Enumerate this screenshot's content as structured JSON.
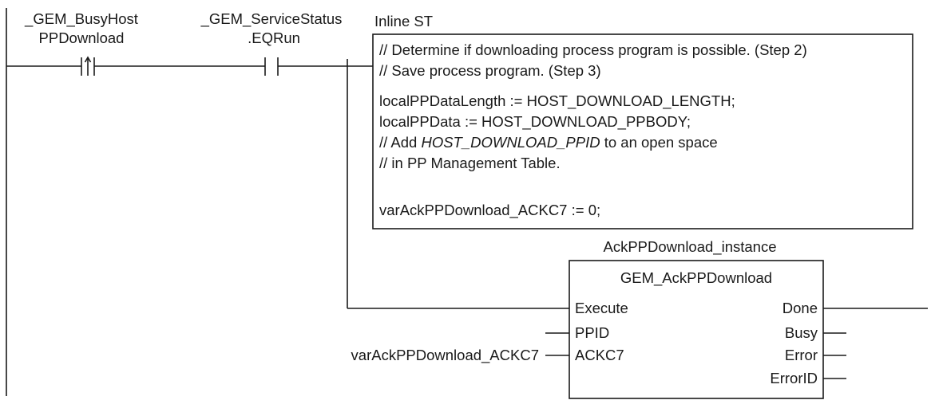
{
  "contacts": {
    "busy_host_line1": "_GEM_BusyHost",
    "busy_host_line2": "PPDownload",
    "service_status_line1": "_GEM_ServiceStatus",
    "service_status_line2": ".EQRun"
  },
  "inline_st": {
    "title": "Inline ST",
    "lines": {
      "l1": "// Determine if downloading process program is possible. (Step 2)",
      "l2": "// Save process program. (Step 3)",
      "l3": "localPPDataLength := HOST_DOWNLOAD_LENGTH;",
      "l4": "localPPData := HOST_DOWNLOAD_PPBODY;",
      "l5_pre": "// Add ",
      "l5_italic": "HOST_DOWNLOAD_PPID",
      "l5_post": " to an open space",
      "l6": "// in PP Management Table.",
      "l7": "",
      "l8": "varAckPPDownload_ACKC7 := 0;"
    }
  },
  "function_block": {
    "instance_name": "AckPPDownload_instance",
    "type_name": "GEM_AckPPDownload",
    "inputs": {
      "execute": "Execute",
      "ppid": "PPID",
      "ackc7": "ACKC7"
    },
    "outputs": {
      "done": "Done",
      "busy": "Busy",
      "error": "Error",
      "error_id": "ErrorID"
    },
    "ackc7_variable": "varAckPPDownload_ACKC7"
  }
}
